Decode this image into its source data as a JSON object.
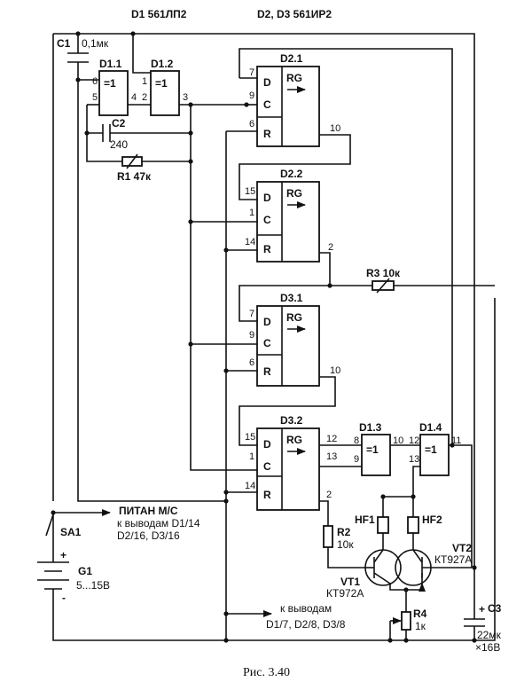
{
  "header": {
    "d1_title": "D1 561ЛП2",
    "d23_title": "D2, D3 561ИР2"
  },
  "gates": {
    "d11": "D1.1",
    "d12": "D1.2",
    "d13": "D1.3",
    "d14": "D1.4",
    "xor": "=1"
  },
  "registers": {
    "d21": "D2.1",
    "d22": "D2.2",
    "d31": "D3.1",
    "d32": "D3.2",
    "rg": "RG",
    "d": "D",
    "c": "C",
    "r": "R"
  },
  "pins": {
    "p6": "6",
    "p5": "5",
    "p4": "4",
    "p1": "1",
    "p2": "2",
    "p3": "3",
    "d21_7": "7",
    "d21_9": "9",
    "d21_6": "6",
    "d21_10": "10",
    "d22_15": "15",
    "d22_1": "1",
    "d22_14": "14",
    "d22_2": "2",
    "d31_7": "7",
    "d31_9": "9",
    "d31_6": "6",
    "d31_10": "10",
    "d32_15": "15",
    "d32_1": "1",
    "d32_14": "14",
    "d32_12": "12",
    "d32_13": "13",
    "d32_2": "2",
    "d13_8": "8",
    "d13_9": "9",
    "d13_10": "10",
    "d14_12": "12",
    "d14_13": "13",
    "d14_11": "11"
  },
  "components": {
    "c1": "C1",
    "c1_val": "0,1мк",
    "c2": "C2",
    "c2_val": "240",
    "r1": "R1 47к",
    "r3": "R3 10к",
    "r2": "R2",
    "r2_val": "10к",
    "hf1": "HF1",
    "hf2": "HF2",
    "vt1": "VT1",
    "vt1_val": "КТ972А",
    "vt2": "VT2",
    "vt2_val": "КТ927А",
    "r4": "R4",
    "r4_val": "1к",
    "c3": "C3",
    "c3_val": "22мк",
    "c3_volt": "×16В",
    "sa1": "SA1",
    "g1": "G1",
    "g1_val": "5...15В",
    "plus": "+",
    "minus": "-",
    "c3_plus": "+"
  },
  "notes": {
    "power_1": "ПИТАН М/С",
    "power_2": "к выводам  D1/14",
    "power_3": "D2/16, D3/16",
    "gnd_1": "к выводам",
    "gnd_2": "D1/7, D2/8, D3/8"
  },
  "caption": "Рис. 3.40"
}
